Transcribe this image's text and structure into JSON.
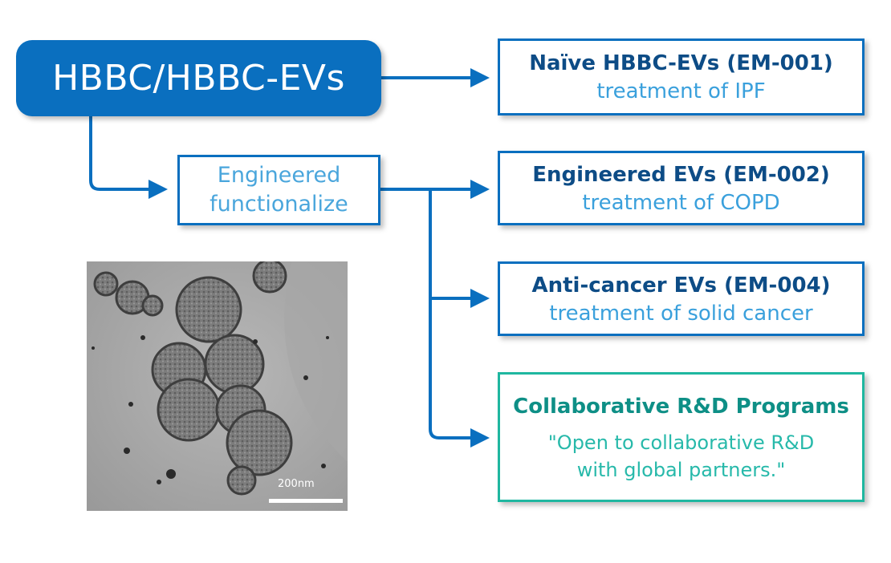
{
  "root": {
    "label": "HBBC/HBBC-EVs"
  },
  "engineered": {
    "line1": "Engineered",
    "line2": "functionalize"
  },
  "products": [
    {
      "title": "Naïve HBBC-EVs (EM-001)",
      "subtitle": "treatment of IPF"
    },
    {
      "title": "Engineered EVs (EM-002)",
      "subtitle": "treatment of COPD"
    },
    {
      "title": "Anti-cancer EVs (EM-004)",
      "subtitle": "treatment of solid cancer"
    }
  ],
  "collab": {
    "title": "Collaborative R&D Programs",
    "line1": "\"Open to collaborative R&D",
    "line2": "with global partners.\""
  },
  "micrograph": {
    "scale_label": "200nm"
  },
  "colors": {
    "primary_blue": "#0a6fbf",
    "dark_blue_text": "#0d4c86",
    "light_blue_text": "#3aa0dc",
    "teal": "#1fb7a0"
  }
}
